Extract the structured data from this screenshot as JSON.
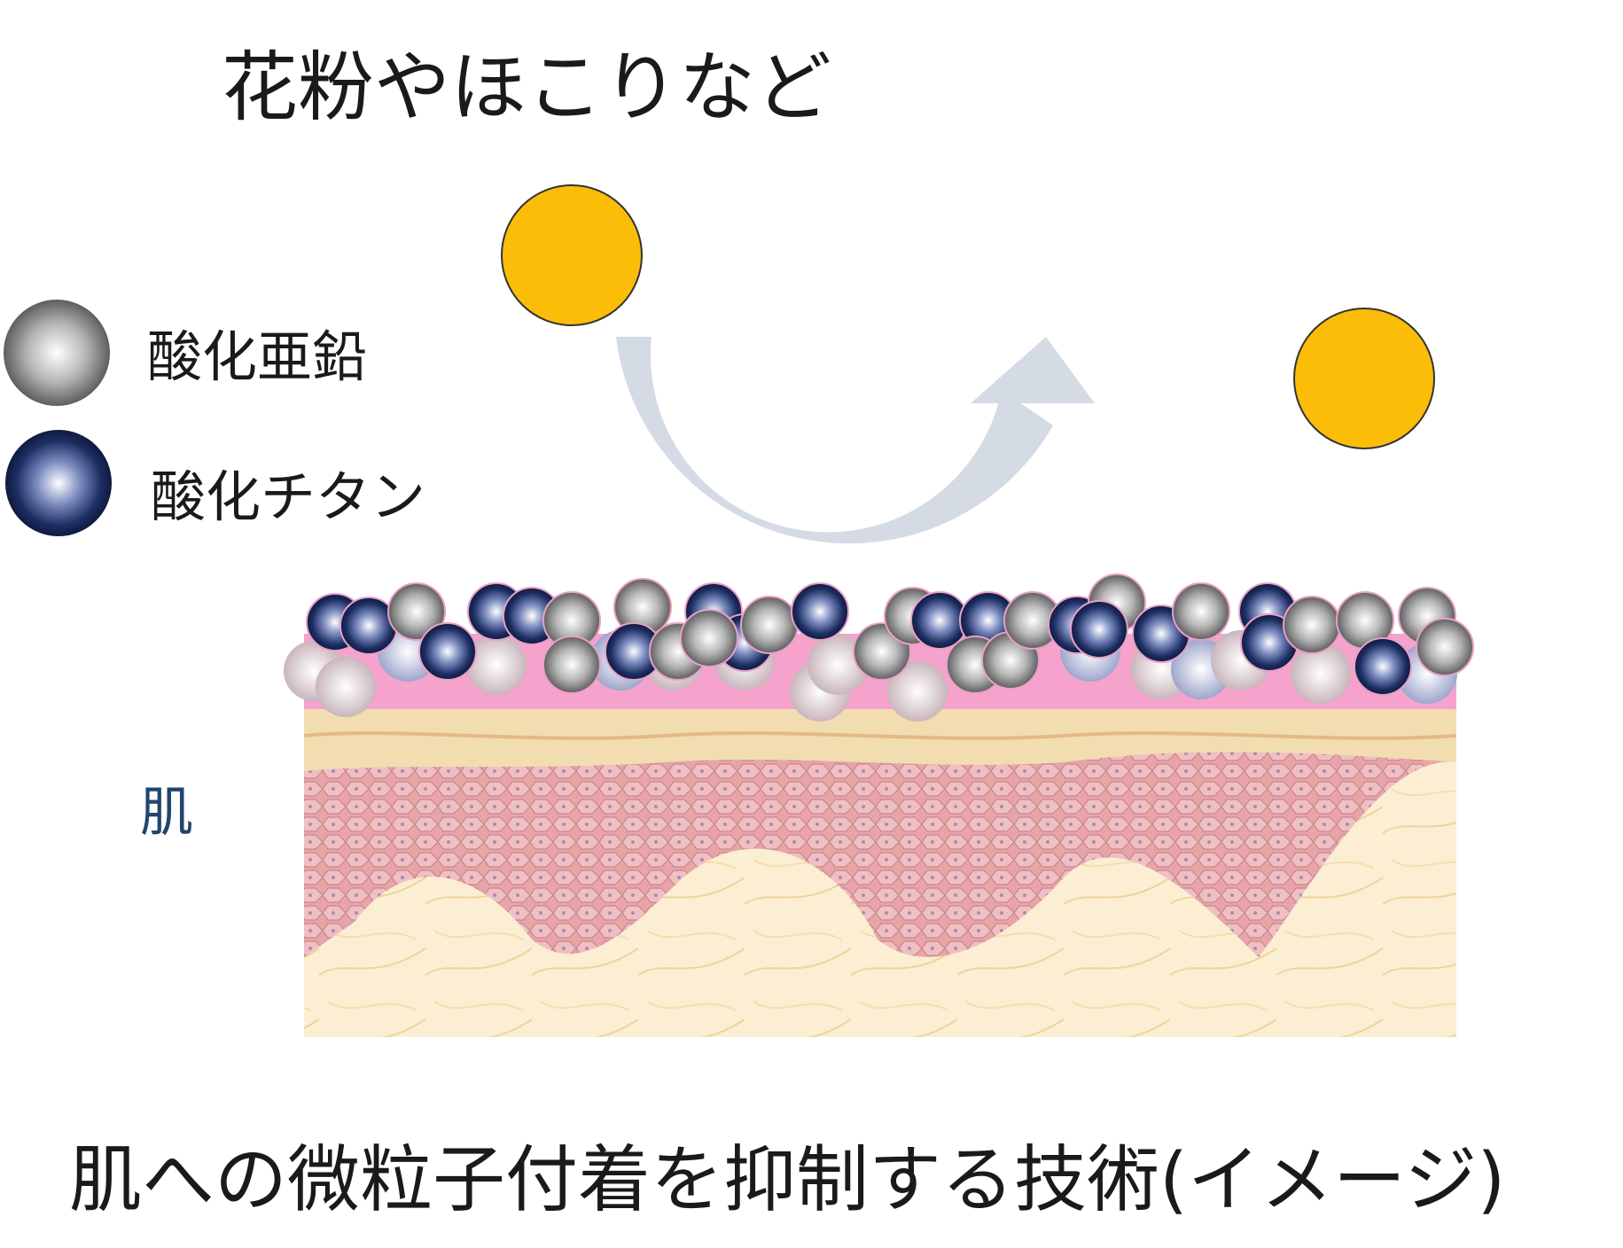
{
  "title_top": "花粉やほこりなど",
  "legend": {
    "zinc_oxide": "酸化亜鉛",
    "titanium_oxide": "酸化チタン"
  },
  "skin_label": "肌",
  "caption": "肌への微粒子付着を抑制する技術(イメージ)",
  "colors": {
    "pollen": "#fbbd08",
    "arrow": "#d5dbe5",
    "film": "#f5a3cd",
    "skin_top": "#f2ddb0",
    "epidermis": "#e8a7ab",
    "dermis": "#fbeccf",
    "zinc_particle": "#8c8c8c",
    "titanium_particle": "#1d2e63"
  },
  "icons": [
    "pollen-particle",
    "curved-arrow-icon",
    "zinc-oxide-particle",
    "titanium-oxide-particle"
  ]
}
